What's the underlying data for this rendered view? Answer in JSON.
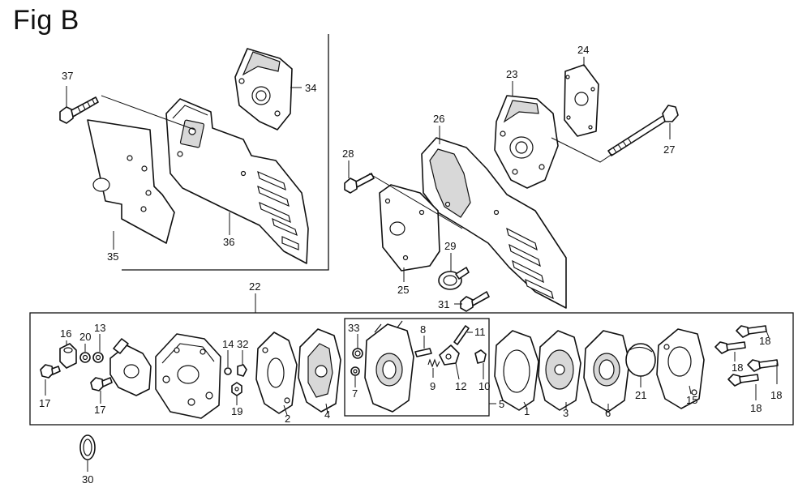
{
  "figure": {
    "title": "Fig B"
  },
  "callouts": {
    "c37": "37",
    "c34": "34",
    "c35": "35",
    "c36": "36",
    "c24": "24",
    "c23": "23",
    "c26": "26",
    "c27": "27",
    "c28": "28",
    "c29": "29",
    "c25": "25",
    "c31": "31",
    "c22": "22",
    "c16": "16",
    "c20": "20",
    "c13": "13",
    "c17a": "17",
    "c17b": "17",
    "c14": "14",
    "c32": "32",
    "c19": "19",
    "c2": "2",
    "c4": "4",
    "c33": "33",
    "c7": "7",
    "c8": "8",
    "c9": "9",
    "c11": "11",
    "c12": "12",
    "c10": "10",
    "c5": "5",
    "c1": "1",
    "c3": "3",
    "c6": "6",
    "c21": "21",
    "c15": "15",
    "c18a": "18",
    "c18b": "18",
    "c18c": "18",
    "c18d": "18",
    "c30": "30"
  }
}
